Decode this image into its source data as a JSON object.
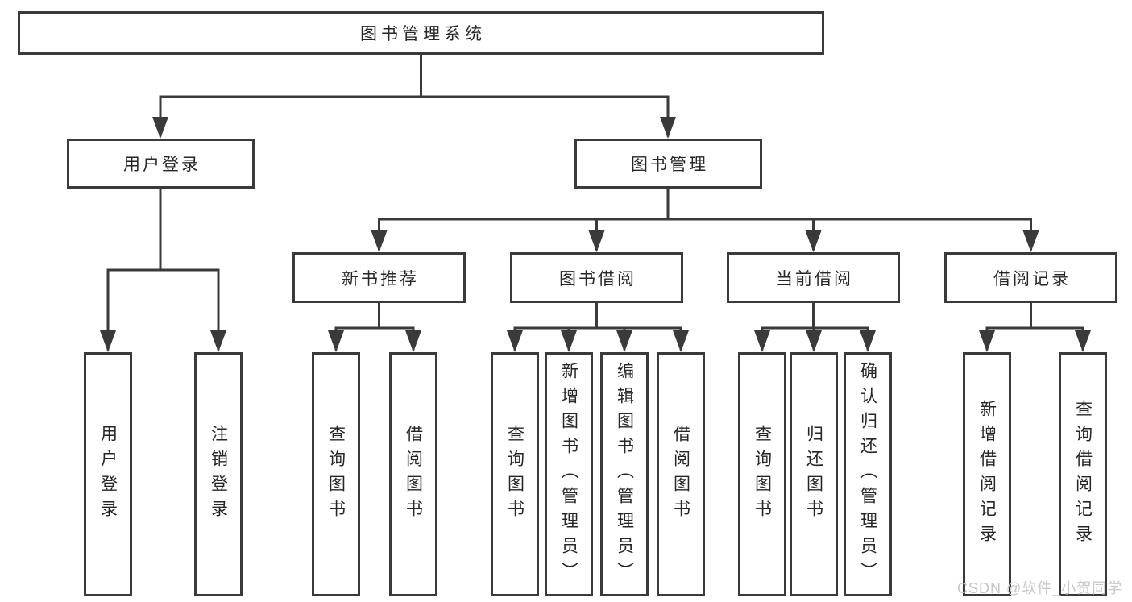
{
  "colors": {
    "line": "#3a3a3a",
    "border": "#3a3a3a",
    "text": "#262626",
    "background": "#ffffff",
    "watermark": "#c6c6c6"
  },
  "nodes": {
    "root": {
      "label": "图书管理系统"
    },
    "level2": [
      {
        "label": "用户登录"
      },
      {
        "label": "图书管理"
      }
    ],
    "level3": [
      {
        "label": "新书推荐"
      },
      {
        "label": "图书借阅"
      },
      {
        "label": "当前借阅"
      },
      {
        "label": "借阅记录"
      }
    ],
    "leaves": [
      {
        "label": "用户登录"
      },
      {
        "label": "注销登录"
      },
      {
        "label": "查询图书"
      },
      {
        "label": "借阅图书"
      },
      {
        "label": "查询图书"
      },
      {
        "label": "新增图书（管理员）"
      },
      {
        "label": "编辑图书（管理员）"
      },
      {
        "label": "借阅图书"
      },
      {
        "label": "查询图书"
      },
      {
        "label": "归还图书"
      },
      {
        "label": "确认归还（管理员）"
      },
      {
        "label": "新增借阅记录"
      },
      {
        "label": "查询借阅记录"
      }
    ]
  },
  "watermark": {
    "text": "CSDN @软件_小贺同学"
  }
}
